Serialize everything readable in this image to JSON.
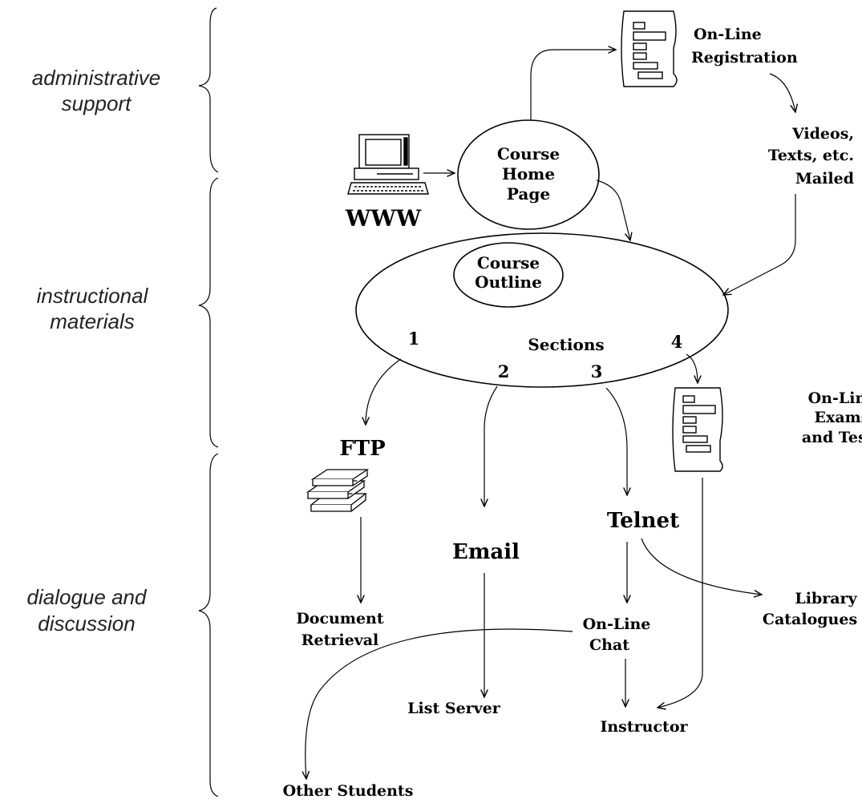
{
  "categories": {
    "admin_line1": "administrative",
    "admin_line2": "support",
    "instr_line1": "instructional",
    "instr_line2": "materials",
    "dialogue_line1": "dialogue and",
    "dialogue_line2": "discussion"
  },
  "nodes": {
    "registration_line1": "On-Line",
    "registration_line2": "Registration",
    "videos_line1": "Videos,",
    "videos_line2": "Texts, etc.",
    "videos_line3": "Mailed",
    "home_line1": "Course",
    "home_line2": "Home",
    "home_line3": "Page",
    "www": "WWW",
    "outline_line1": "Course",
    "outline_line2": "Outline",
    "sections": "Sections",
    "section_numbers": [
      "1",
      "2",
      "3",
      "4"
    ],
    "exams_line1": "On-Line",
    "exams_line2": "Exams",
    "exams_line3": "and Tests",
    "ftp": "FTP",
    "email": "Email",
    "telnet": "Telnet",
    "document_line1": "Document",
    "document_line2": "Retrieval",
    "library_line1": "Library",
    "library_line2": "Catalogues",
    "chat_line1": "On-Line",
    "chat_line2": "Chat",
    "list_server": "List Server",
    "instructor": "Instructor",
    "other_students": "Other Students"
  }
}
